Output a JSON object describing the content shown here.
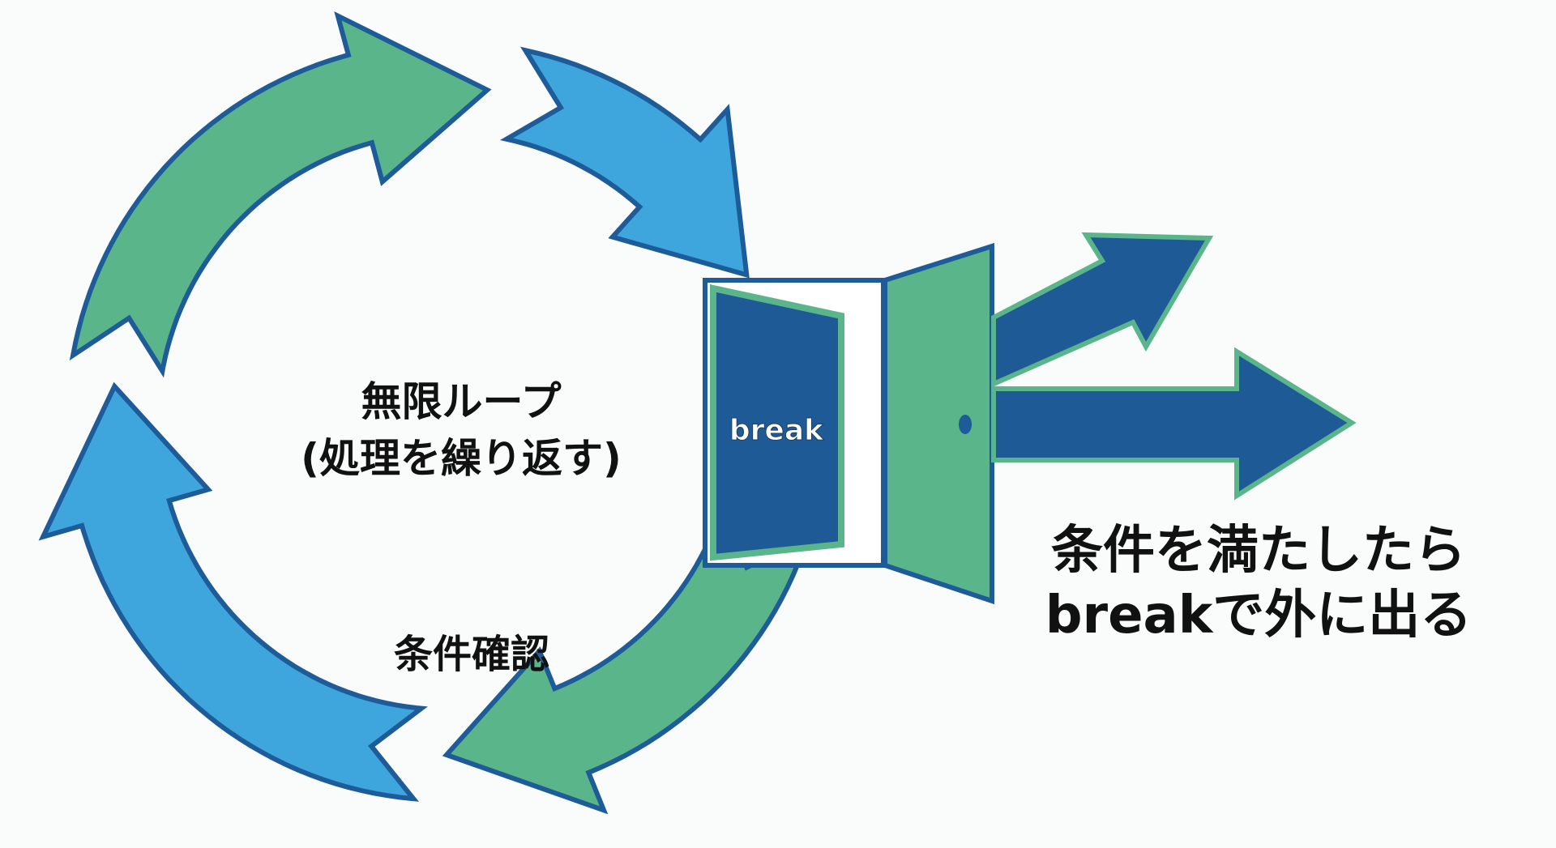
{
  "loop": {
    "title": "無限ループ",
    "subtitle": "(処理を繰り返す)",
    "check_label": "条件確認"
  },
  "door": {
    "label": "break"
  },
  "exit": {
    "line1": "条件を満たしたら",
    "line2": "breakで外に出る"
  },
  "colors": {
    "light_blue": "#3ea6dc",
    "green": "#5bb58a",
    "dark_blue": "#1e5a96",
    "outline": "#1d5c98"
  }
}
